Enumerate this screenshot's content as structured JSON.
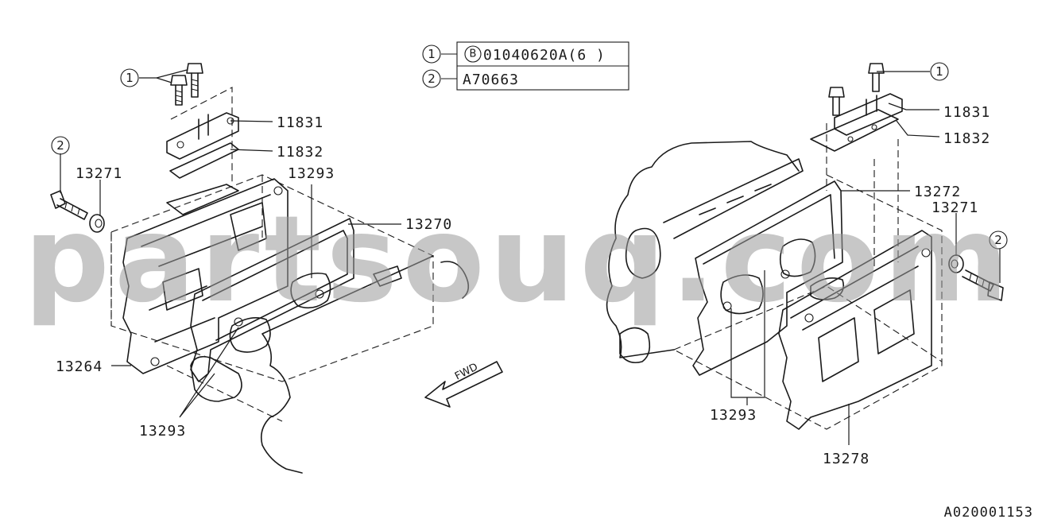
{
  "watermark": "partsouq.com",
  "legend": {
    "rows": [
      {
        "num": "1",
        "badge": "B",
        "code": "01040620A(6 )"
      },
      {
        "num": "2",
        "badge": "",
        "code": "A70663"
      }
    ]
  },
  "left_callouts": {
    "bolt_ref": "1",
    "bolt2_ref": "2",
    "p11831": "11831",
    "p11832": "11832",
    "p13271": "13271",
    "p13293_top": "13293",
    "p13270": "13270",
    "p13264": "13264",
    "p13293_bottom": "13293"
  },
  "right_callouts": {
    "bolt_ref": "1",
    "bolt2_ref": "2",
    "p11831": "11831",
    "p11832": "11832",
    "p13272": "13272",
    "p13271": "13271",
    "p13293": "13293",
    "p13278": "13278"
  },
  "diagram_id": "A020001153",
  "fwd_label": "FWD"
}
